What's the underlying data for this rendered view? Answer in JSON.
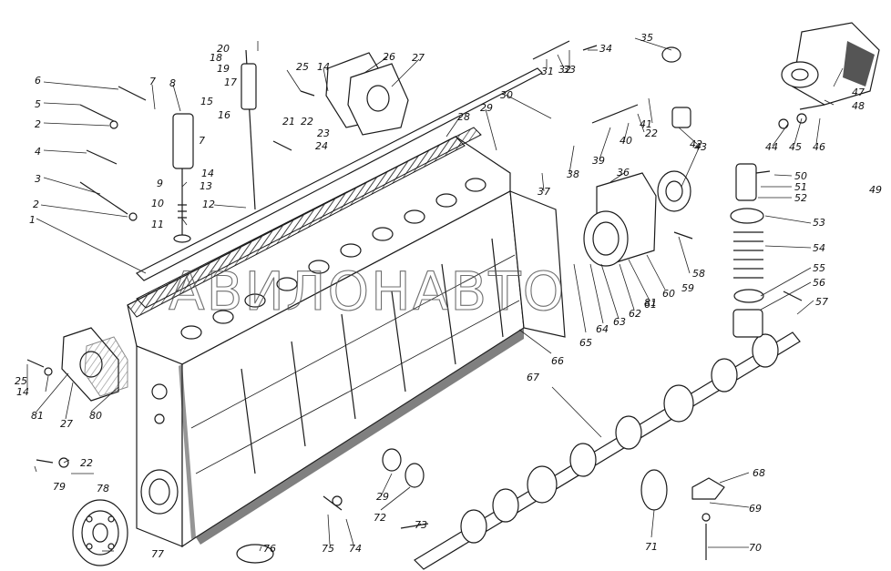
{
  "watermark": "АВИЛОНАВТО",
  "callouts": [
    "1",
    "2",
    "2",
    "3",
    "4",
    "5",
    "6",
    "7",
    "7",
    "8",
    "9",
    "10",
    "11",
    "12",
    "13",
    "14",
    "14",
    "14",
    "15",
    "16",
    "17",
    "18",
    "19",
    "20",
    "21",
    "22",
    "22",
    "22",
    "23",
    "24",
    "25",
    "25",
    "26",
    "27",
    "27",
    "28",
    "29",
    "29",
    "30",
    "31",
    "32",
    "33",
    "34",
    "35",
    "36",
    "37",
    "38",
    "39",
    "40",
    "41",
    "42",
    "43",
    "44",
    "45",
    "46",
    "47",
    "48",
    "49",
    "50",
    "51",
    "52",
    "53",
    "54",
    "55",
    "56",
    "57",
    "58",
    "59",
    "60",
    "61",
    "62",
    "63",
    "64",
    "65",
    "66",
    "67",
    "68",
    "69",
    "70",
    "71",
    "72",
    "73",
    "74",
    "75",
    "76",
    "77",
    "78",
    "79",
    "80",
    "81",
    "81"
  ]
}
